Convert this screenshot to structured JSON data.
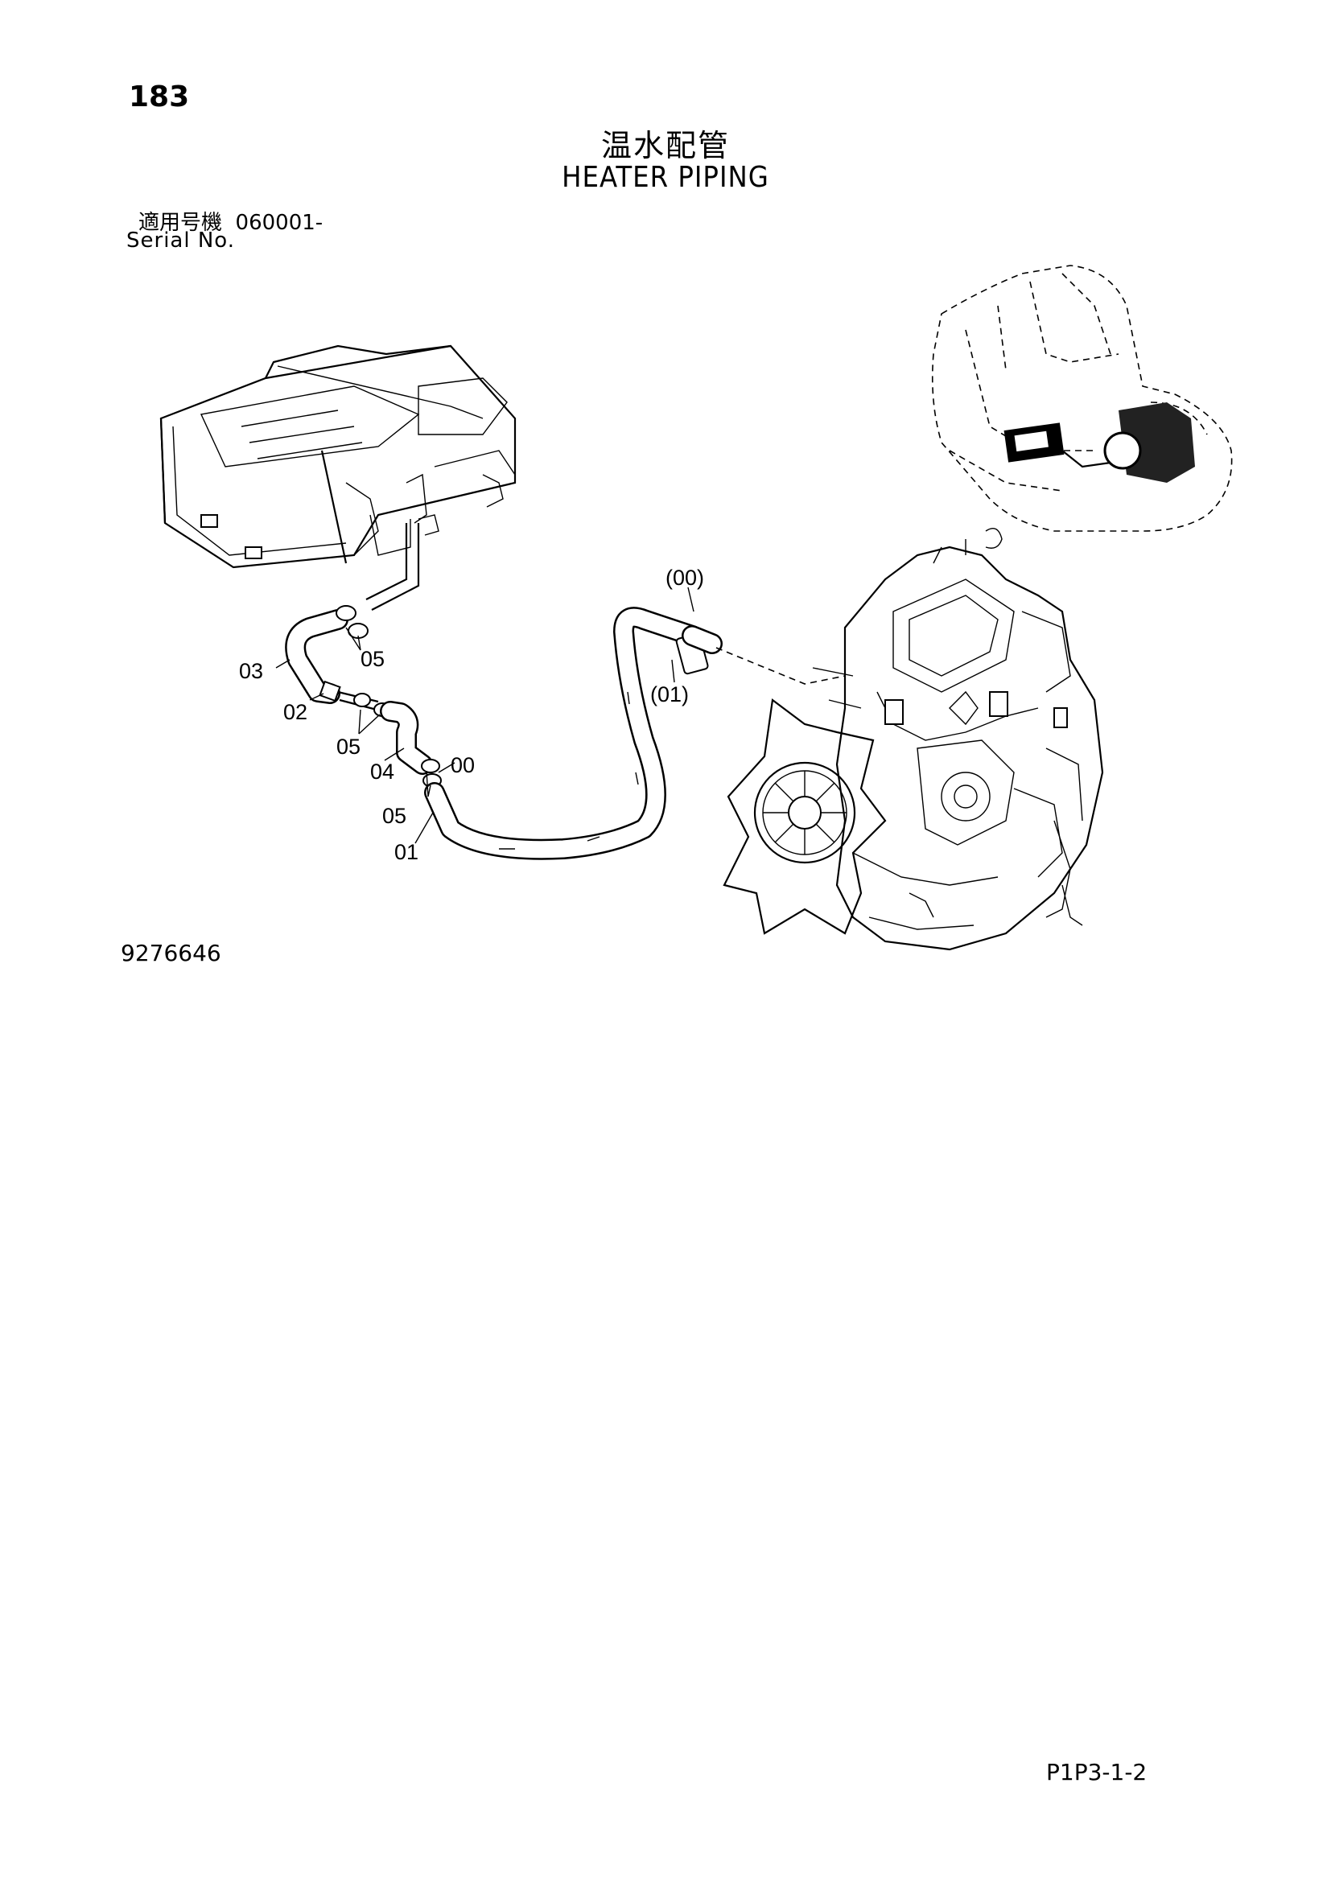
{
  "page": {
    "number": "183",
    "title_jp": "温水配管",
    "title_en": "HEATER PIPING",
    "serial_label_jp": "適用号機",
    "serial_value": "060001-",
    "serial_label_en": "Serial No.",
    "drawing_number": "9276646",
    "page_reference": "P1P3-1-2"
  },
  "callouts": {
    "c00_paren": "(00)",
    "c01_paren": "(01)",
    "c05_top": "05",
    "c03": "03",
    "c02": "02",
    "c05_mid": "05",
    "c04": "04",
    "c00": "00",
    "c05_low": "05",
    "c01": "01"
  }
}
